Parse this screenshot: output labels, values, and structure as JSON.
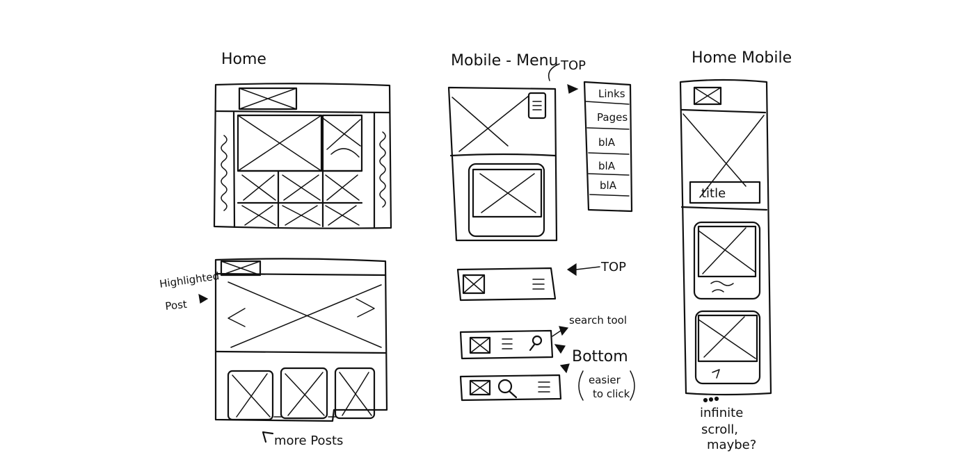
{
  "sketches": {
    "home": {
      "title": "Home",
      "highlighted_note_line1": "Highlighted",
      "highlighted_note_line2": "Post",
      "more_posts": "more Posts"
    },
    "mobile_menu": {
      "title": "Mobile - Menu",
      "top_label_1": "TOP",
      "menu_items": [
        "Links",
        "Pages",
        "blA",
        "blA",
        "blA"
      ],
      "top_label_2": "TOP",
      "search_tool": "search tool",
      "bottom_label": "Bottom",
      "easier_line1": "easier",
      "easier_line2": "to click"
    },
    "home_mobile": {
      "title": "Home Mobile",
      "title_box": "title",
      "infinite_line1": "infinite",
      "infinite_line2": "scroll,",
      "infinite_line3": "maybe?"
    }
  }
}
